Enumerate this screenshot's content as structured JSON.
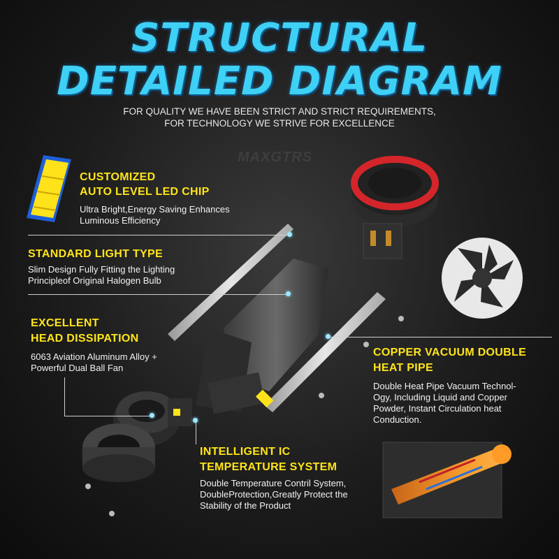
{
  "title": {
    "line1": "STRUCTURAL",
    "line2": "DETAILED DIAGRAM"
  },
  "subtitle": {
    "line1": "FOR QUALITY WE HAVE BEEN STRICT AND STRICT REQUIREMENTS,",
    "line2": "FOR TECHNOLOGY WE STRIVE FOR EXCELLENCE"
  },
  "watermark": "MAXGTRS",
  "features": {
    "chip": {
      "title1": "CUSTOMIZED",
      "title2": "AUTO LEVEL LED CHIP",
      "desc1": "Ultra Bright,Energy Saving Enhances",
      "desc2": "Luminous Efficiency"
    },
    "light": {
      "title1": "STANDARD LIGHT TYPE",
      "desc1": "Slim Design Fully Fitting the Lighting",
      "desc2": "Principleof Original Halogen Bulb"
    },
    "heat": {
      "title1": "EXCELLENT",
      "title2": "HEAD DISSIPATION",
      "desc1": "6063 Aviation Aluminum Alloy +",
      "desc2": "Powerful Dual Ball Fan"
    },
    "copper": {
      "title1": "COPPER VACUUM DOUBLE",
      "title2": "HEAT PIPE",
      "desc1": "Double Heat Pipe Vacuum Technol-",
      "desc2": "Ogy, Including Liquid and Copper",
      "desc3": "Powder, Instant Circulation heat",
      "desc4": "Conduction."
    },
    "ic": {
      "title1": "INTELLIGENT IC",
      "title2": "TEMPERATURE SYSTEM",
      "desc1": "Double Temperature Contril System,",
      "desc2": "DoubleProtection,Greatly Protect the",
      "desc3": "Stability of the Product"
    }
  },
  "colors": {
    "title": "#3fd0f5",
    "feature_title": "#ffe41a",
    "red_ring": "#d4262a"
  }
}
